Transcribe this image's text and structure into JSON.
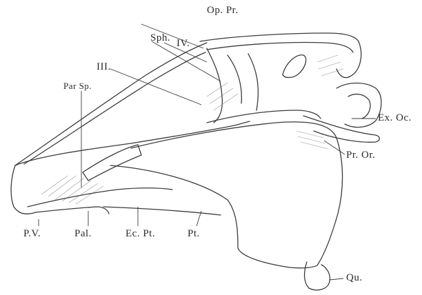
{
  "figure": {
    "labels": {
      "op_pr": "Op. Pr.",
      "sph": "Sph.",
      "iv": "IV.",
      "iii": "III.",
      "par_sp": "Par Sp.",
      "ex_oc": "Ex. Oc.",
      "pr_or": "Pr. Or.",
      "pv": "P.V.",
      "pal": "Pal.",
      "ec_pt": "Ec. Pt.",
      "pt": "Pt.",
      "qu": "Qu."
    }
  }
}
